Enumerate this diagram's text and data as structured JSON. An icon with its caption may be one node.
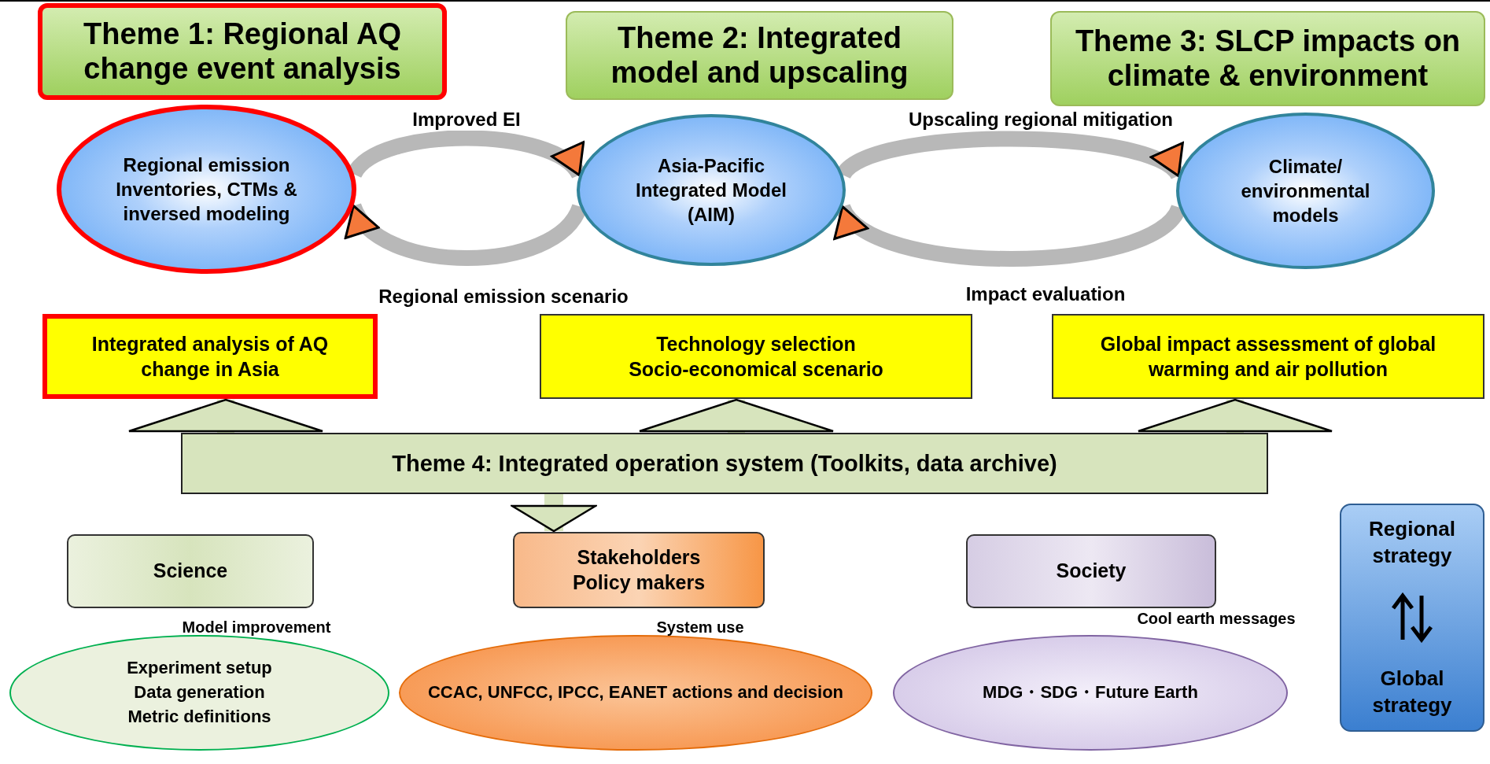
{
  "diagram": {
    "nodes": [
      {
        "text": [
          "Theme 1: Regional AQ change event analysis"
        ]
      },
      {
        "text": [
          "Theme 2: Integrated model and upscaling"
        ]
      },
      {
        "text": [
          "Theme 3: SLCP impacts on climate & environment"
        ]
      },
      {
        "text": [
          "Regional emission Inventories, CTMs & inversed modeling"
        ]
      },
      {
        "text": [
          "Asia-Pacific Integrated Model (AIM)"
        ]
      },
      {
        "text": [
          "Climate/ environmental models"
        ]
      },
      {
        "text": [
          "Integrated analysis of AQ change in Asia"
        ]
      },
      {
        "text": [
          "Technology selection",
          "Socio-economical scenario"
        ]
      },
      {
        "text": [
          "Global impact assessment of global warming and air pollution"
        ]
      },
      {
        "text": [
          "Theme 4: Integrated operation system (Toolkits, data archive)"
        ]
      },
      {
        "text": [
          "Science"
        ]
      },
      {
        "text": [
          "Stakeholders",
          "Policy makers"
        ]
      },
      {
        "text": [
          "Society"
        ]
      },
      {
        "text": [
          "Experiment setup",
          "Data generation",
          "Metric definitions"
        ]
      },
      {
        "text": [
          "CCAC, UNFCC, IPCC, EANET actions and decision"
        ]
      },
      {
        "text": [
          "MDG・SDG・Future Earth"
        ]
      },
      {
        "text": [
          "Regional strategy",
          "Global strategy"
        ]
      }
    ],
    "edges": [
      {
        "from": 3,
        "to": 4,
        "arrow": "to",
        "label": "Improved EI"
      },
      {
        "from": 4,
        "to": 3,
        "arrow": "to",
        "label": "Regional emission scenario"
      },
      {
        "from": 4,
        "to": 5,
        "arrow": "to",
        "label": "Upscaling regional mitigation"
      },
      {
        "from": 5,
        "to": 4,
        "arrow": "to",
        "label": "Impact evaluation"
      },
      {
        "from": 9,
        "to": 6,
        "arrow": "to"
      },
      {
        "from": 9,
        "to": 7,
        "arrow": "to"
      },
      {
        "from": 9,
        "to": 8,
        "arrow": "to"
      },
      {
        "from": 9,
        "to": 11,
        "arrow": "to"
      }
    ],
    "labels": [
      "Model improvement",
      "System use",
      "Cool earth messages"
    ]
  }
}
